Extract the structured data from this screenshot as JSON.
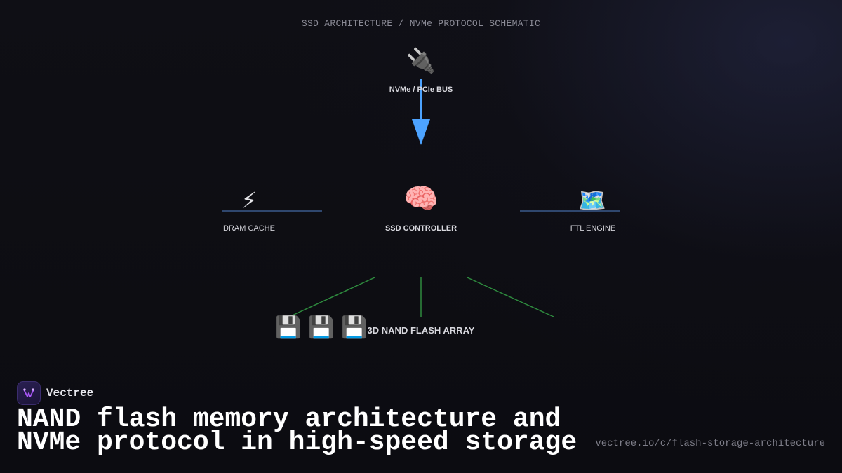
{
  "header": {
    "title": "SSD ARCHITECTURE / NVMe PROTOCOL SCHEMATIC"
  },
  "diagram": {
    "bus": {
      "label": "NVMe / PCIe BUS",
      "icon": "electric-plug-icon"
    },
    "controller": {
      "label": "SSD CONTROLLER",
      "icon": "brain-icon"
    },
    "dram": {
      "label": "DRAM CACHE",
      "icon": "lightning-icon"
    },
    "ftl": {
      "label": "FTL ENGINE",
      "icon": "map-icon"
    },
    "nand": {
      "label": "3D NAND FLASH ARRAY",
      "icon": "floppy-disk-icon",
      "chip_count": 3
    },
    "colors": {
      "bus_arrow": "#4da3ff",
      "side_links": "#3a5a8c",
      "nand_links": "#2e8b3e"
    }
  },
  "footer": {
    "brand_name": "Vectree",
    "headline_line1": "NAND flash memory architecture and",
    "headline_line2": "NVMe protocol in high-speed storage",
    "url": "vectree.io/c/flash-storage-architecture"
  }
}
